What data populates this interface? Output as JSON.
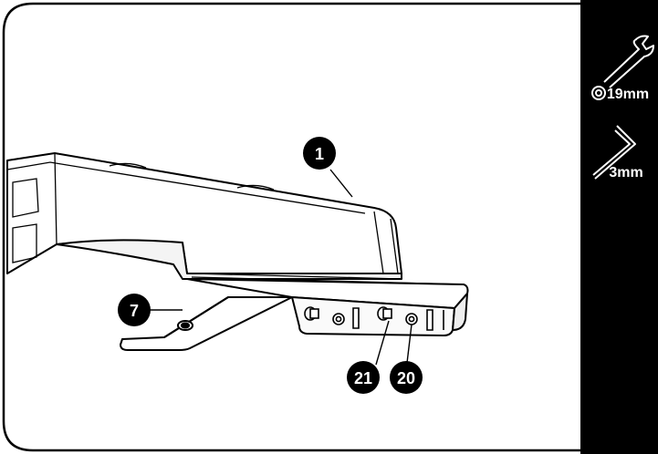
{
  "panel": {
    "color": "#000000",
    "frame_color": "#000000"
  },
  "callouts": [
    {
      "id": "1",
      "label": "1"
    },
    {
      "id": "7",
      "label": "7"
    },
    {
      "id": "21",
      "label": "21"
    },
    {
      "id": "20",
      "label": "20"
    }
  ],
  "tools": [
    {
      "icon": "wrench-icon",
      "label": "19mm"
    },
    {
      "icon": "hex-key-icon",
      "label": "3mm"
    }
  ]
}
